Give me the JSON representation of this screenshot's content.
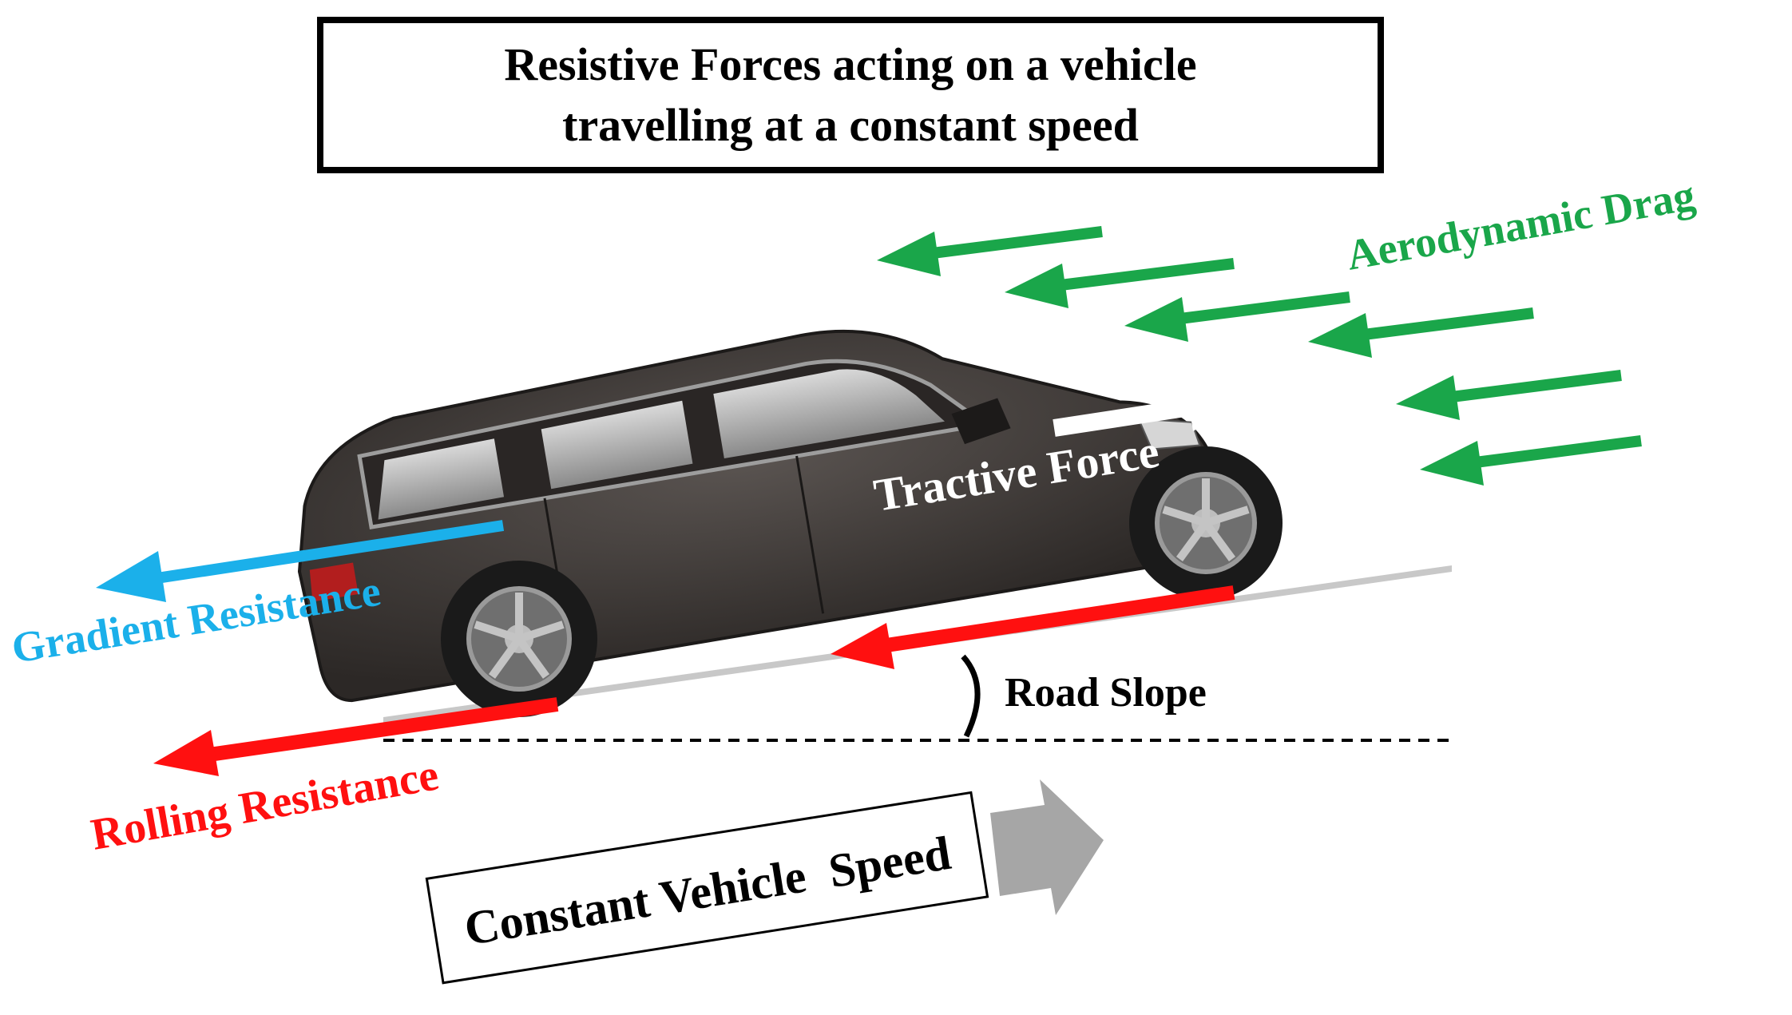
{
  "title": {
    "line1": "Resistive Forces acting on a vehicle",
    "line2": "travelling at a constant speed"
  },
  "labels": {
    "aerodynamic_drag": "Aerodynamic Drag",
    "tractive_force": "Tractive Force",
    "gradient_resistance": "Gradient Resistance",
    "road_slope": "Road Slope",
    "rolling_resistance": "Rolling Resistance",
    "constant_speed": "Constant Vehicle  Speed"
  },
  "colors": {
    "aerodynamic_drag": "#1aa64a",
    "tractive_force": "#ffffff",
    "gradient_resistance": "#1bb0ea",
    "rolling_resistance": "#ff1010",
    "speed_arrow": "#a6a6a6",
    "vehicle_body": "#3f3a38",
    "road": "#c8c8c8"
  }
}
